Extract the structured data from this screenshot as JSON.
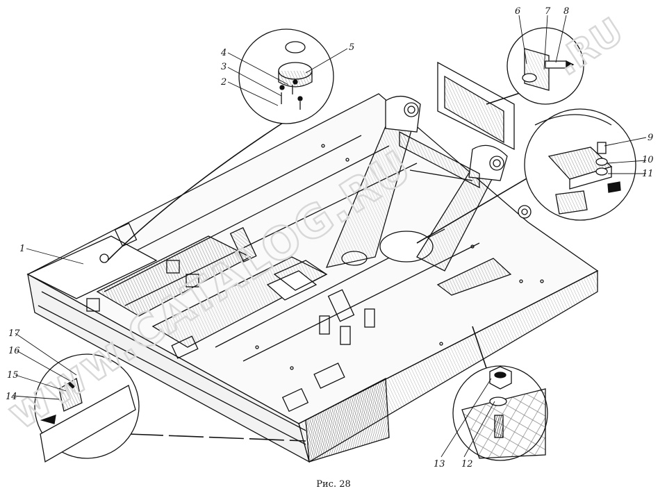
{
  "figure": {
    "caption": "Рис. 28"
  },
  "watermark": {
    "diagonal_text": "www.CATALOG.RU",
    "corner_text": ".RU"
  },
  "callouts": [
    "1",
    "2",
    "3",
    "4",
    "5",
    "6",
    "7",
    "8",
    "9",
    "10",
    "11",
    "12",
    "13",
    "14",
    "15",
    "16",
    "17"
  ],
  "colors": {
    "ink": "#111111",
    "watermark": "#d8d8d8",
    "background": "#ffffff"
  }
}
